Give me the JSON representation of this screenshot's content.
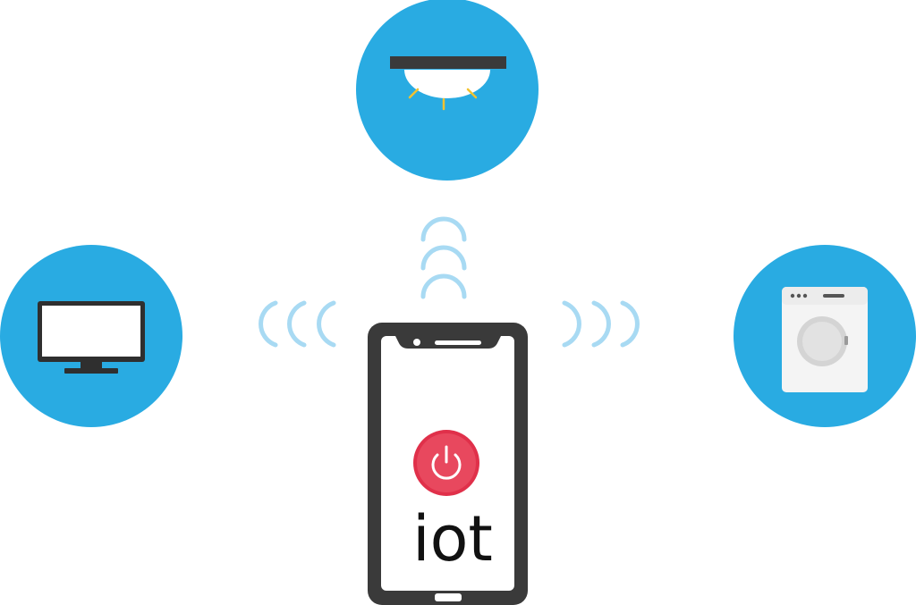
{
  "phone": {
    "label": "iot",
    "power_icon": "power-icon"
  },
  "devices": [
    {
      "name": "ceiling-light",
      "icon": "ceiling-light-icon"
    },
    {
      "name": "monitor",
      "icon": "monitor-icon"
    },
    {
      "name": "washing-machine",
      "icon": "washing-machine-icon"
    }
  ],
  "signals": {
    "icon": "wifi-signal-icon",
    "arcs_per_group": 3
  },
  "colors": {
    "circle": "#29abe2",
    "signal": "#a8daf3",
    "phone_frame": "#3a3a3a",
    "power_button": "#e0304a",
    "light_rays": "#f2c230"
  }
}
